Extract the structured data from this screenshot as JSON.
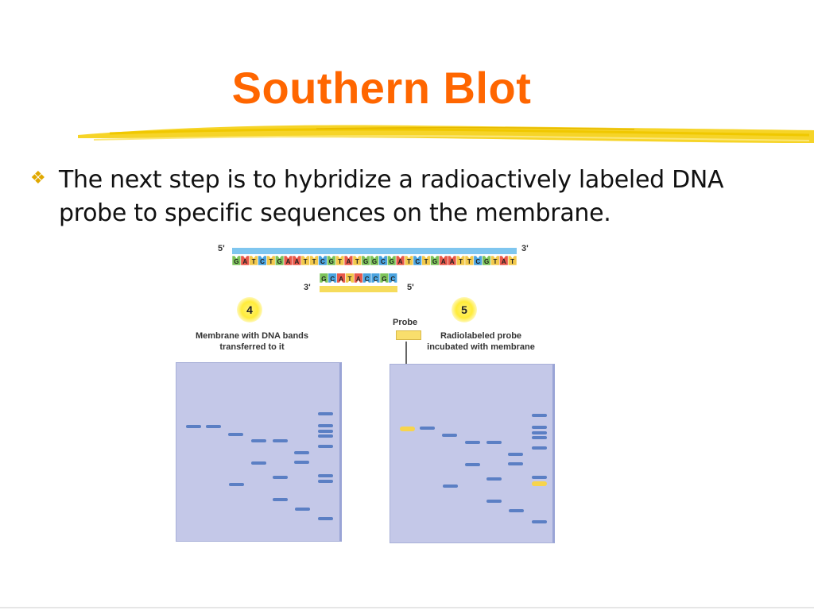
{
  "slide": {
    "title": "Southern Blot",
    "bullet": "The next step is to hybridize a radioactively labeled DNA probe to specific sequences on the membrane."
  },
  "figure": {
    "dna": {
      "five_prime_top": "5'",
      "three_prime_top": "3'",
      "three_prime_bottom": "3'",
      "five_prime_bottom": "5'",
      "top_strand": "GATCTGAATTCGTATGGCGATCTGAATTCGTAT",
      "probe_strand": "GCATACCGC"
    },
    "step4": {
      "number": "4",
      "label_line1": "Membrane with DNA bands",
      "label_line2": "transferred to it"
    },
    "step5": {
      "number": "5",
      "probe_label": "Probe",
      "label_line1": "Radiolabeled probe",
      "label_line2": "incubated with membrane"
    },
    "colors": {
      "title": "#ff6600",
      "membrane": "#c4c8e8",
      "band": "#5b7fc4",
      "probe": "#f7d44c",
      "base_A": "#e8584a",
      "base_T": "#f2c94c",
      "base_G": "#7cc35a",
      "base_C": "#4aa3df"
    }
  }
}
